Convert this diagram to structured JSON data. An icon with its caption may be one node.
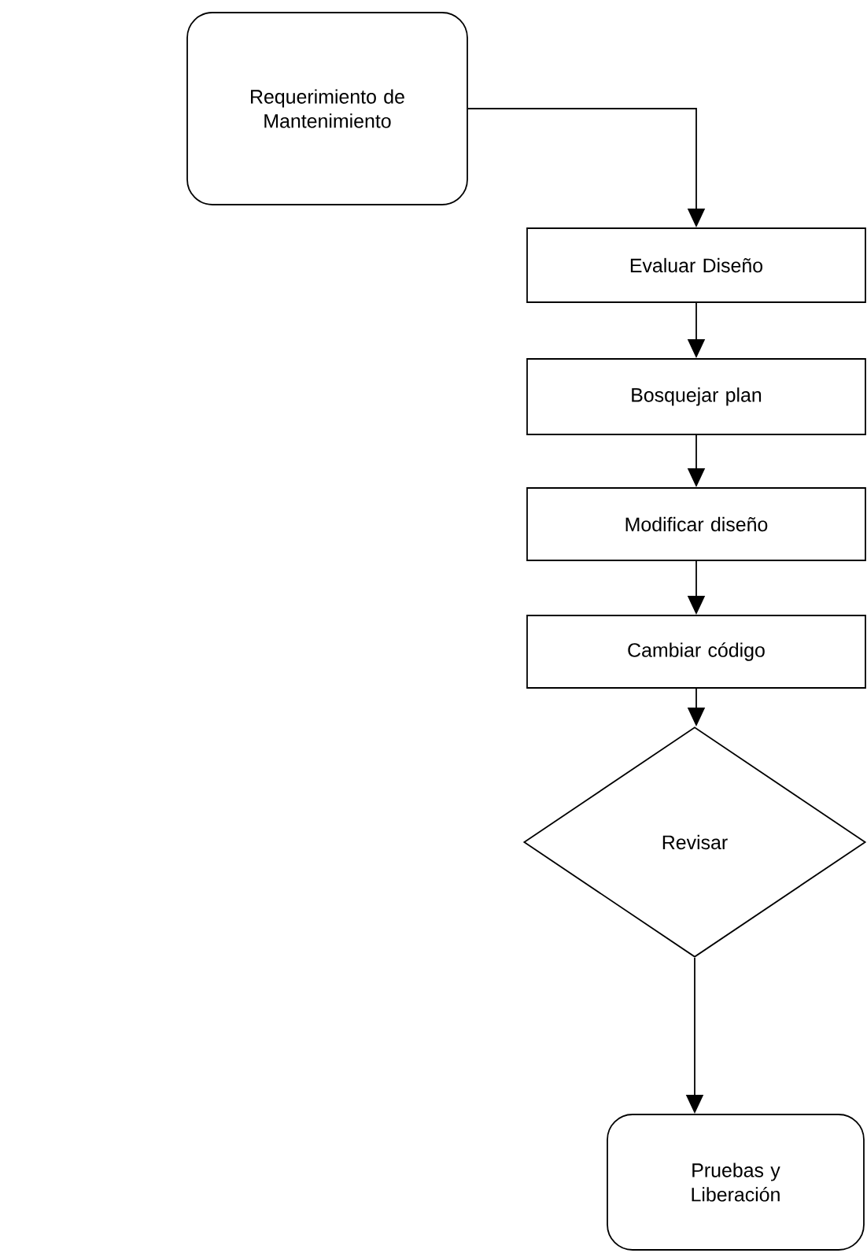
{
  "diagram": {
    "nodes": [
      {
        "text": [
          "Requerimiento de Mantenimiento"
        ]
      },
      {
        "text": [
          "Evaluar Diseño"
        ]
      },
      {
        "text": [
          "Bosquejar plan"
        ]
      },
      {
        "text": [
          "Modificar diseño"
        ]
      },
      {
        "text": [
          "Cambiar código"
        ]
      },
      {
        "text": [
          "Revisar"
        ]
      },
      {
        "text": [
          "Pruebas y Liberación"
        ]
      }
    ],
    "edges": [
      {
        "from": 0,
        "to": 1,
        "arrow": "to"
      },
      {
        "from": 1,
        "to": 2,
        "arrow": "to"
      },
      {
        "from": 2,
        "to": 3,
        "arrow": "to"
      },
      {
        "from": 3,
        "to": 4,
        "arrow": "to"
      },
      {
        "from": 4,
        "to": 5,
        "arrow": "to"
      },
      {
        "from": 5,
        "to": 6,
        "arrow": "to"
      }
    ]
  }
}
